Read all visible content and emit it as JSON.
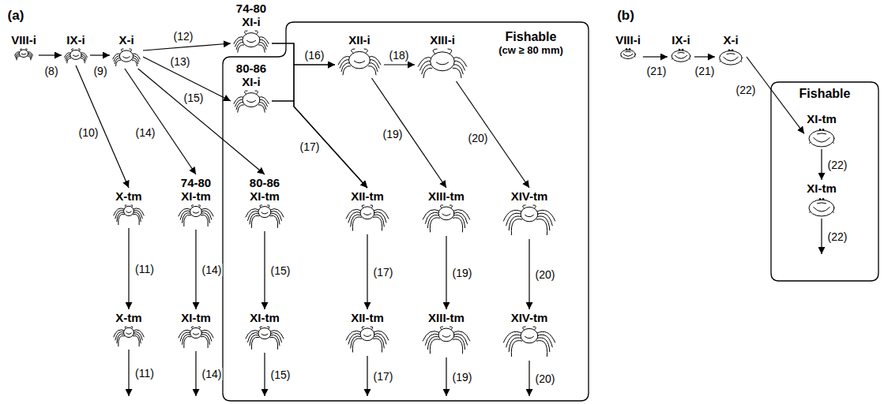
{
  "diagram": {
    "nodes": [
      {
        "text": [
          "Fishable",
          "(cw ≥ 80 mm)"
        ]
      },
      {
        "text": [
          "VIII-i"
        ]
      },
      {
        "text": [
          "IX-i"
        ]
      },
      {
        "text": [
          "X-i"
        ]
      },
      {
        "text": [
          "74-80",
          "XI-i"
        ]
      },
      {
        "text": [
          "80-86",
          "XI-i"
        ],
        "in": 0
      },
      {
        "text": [
          "XII-i"
        ],
        "in": 0
      },
      {
        "text": [
          "XIII-i"
        ],
        "in": 0
      },
      {
        "text": [
          "X-tm"
        ]
      },
      {
        "text": [
          "74-80",
          "XI-tm"
        ]
      },
      {
        "text": [
          "80-86",
          "XI-tm"
        ],
        "in": 0
      },
      {
        "text": [
          "XII-tm"
        ],
        "in": 0
      },
      {
        "text": [
          "XIII-tm"
        ],
        "in": 0
      },
      {
        "text": [
          "XIV-tm"
        ],
        "in": 0
      },
      {
        "text": [
          "X-tm"
        ]
      },
      {
        "text": [
          "XI-tm"
        ]
      },
      {
        "text": [
          "XI-tm"
        ],
        "in": 0
      },
      {
        "text": [
          "XII-tm"
        ],
        "in": 0
      },
      {
        "text": [
          "XIII-tm"
        ],
        "in": 0
      },
      {
        "text": [
          "XIV-tm"
        ],
        "in": 0
      },
      {
        "text": [
          "Fishable"
        ]
      },
      {
        "text": [
          "VIII-i"
        ]
      },
      {
        "text": [
          "IX-i"
        ]
      },
      {
        "text": [
          "X-i"
        ]
      },
      {
        "text": [
          "XI-tm"
        ],
        "in": 20
      },
      {
        "text": [
          "XI-tm"
        ],
        "in": 20
      }
    ],
    "edges": [
      {
        "from": 1,
        "to": 2,
        "arrow": "to",
        "label": "(8)"
      },
      {
        "from": 2,
        "to": 3,
        "arrow": "to",
        "label": "(9)"
      },
      {
        "from": 2,
        "to": 8,
        "arrow": "to",
        "label": "(10)"
      },
      {
        "from": 8,
        "to": 14,
        "arrow": "to",
        "label": "(11)"
      },
      {
        "from": 3,
        "to": 4,
        "arrow": "to",
        "label": "(12)"
      },
      {
        "from": 3,
        "to": 5,
        "arrow": "to",
        "label": "(13)"
      },
      {
        "from": 3,
        "to": 9,
        "arrow": "to",
        "label": "(14)"
      },
      {
        "from": 3,
        "to": 10,
        "arrow": "to",
        "label": "(15)"
      },
      {
        "from": 9,
        "to": 15,
        "arrow": "to",
        "label": "(14)"
      },
      {
        "from": 10,
        "to": 16,
        "arrow": "to",
        "label": "(15)"
      },
      {
        "from": 4,
        "to": 6,
        "arrow": "to",
        "label": "(16)"
      },
      {
        "from": 5,
        "to": 6,
        "arrow": "to"
      },
      {
        "from": 4,
        "to": 11,
        "arrow": "to",
        "label": "(17)"
      },
      {
        "from": 5,
        "to": 11,
        "arrow": "to"
      },
      {
        "from": 11,
        "to": 17,
        "arrow": "to",
        "label": "(17)"
      },
      {
        "from": 6,
        "to": 7,
        "arrow": "to",
        "label": "(18)"
      },
      {
        "from": 6,
        "to": 12,
        "arrow": "to",
        "label": "(19)"
      },
      {
        "from": 12,
        "to": 18,
        "arrow": "to",
        "label": "(19)"
      },
      {
        "from": 7,
        "to": 13,
        "arrow": "to",
        "label": "(20)"
      },
      {
        "from": 13,
        "to": 19,
        "arrow": "to",
        "label": "(20)"
      },
      {
        "from": 21,
        "to": 22,
        "arrow": "to",
        "label": "(21)"
      },
      {
        "from": 22,
        "to": 23,
        "arrow": "to",
        "label": "(21)"
      },
      {
        "from": 23,
        "to": 24,
        "arrow": "to",
        "label": "(22)"
      },
      {
        "from": 24,
        "to": 25,
        "arrow": "to",
        "label": "(22)"
      }
    ],
    "labels": [
      "(a)",
      "(b)",
      "(11)",
      "(14)",
      "(15)",
      "(17)",
      "(19)",
      "(20)",
      "(22)"
    ]
  }
}
